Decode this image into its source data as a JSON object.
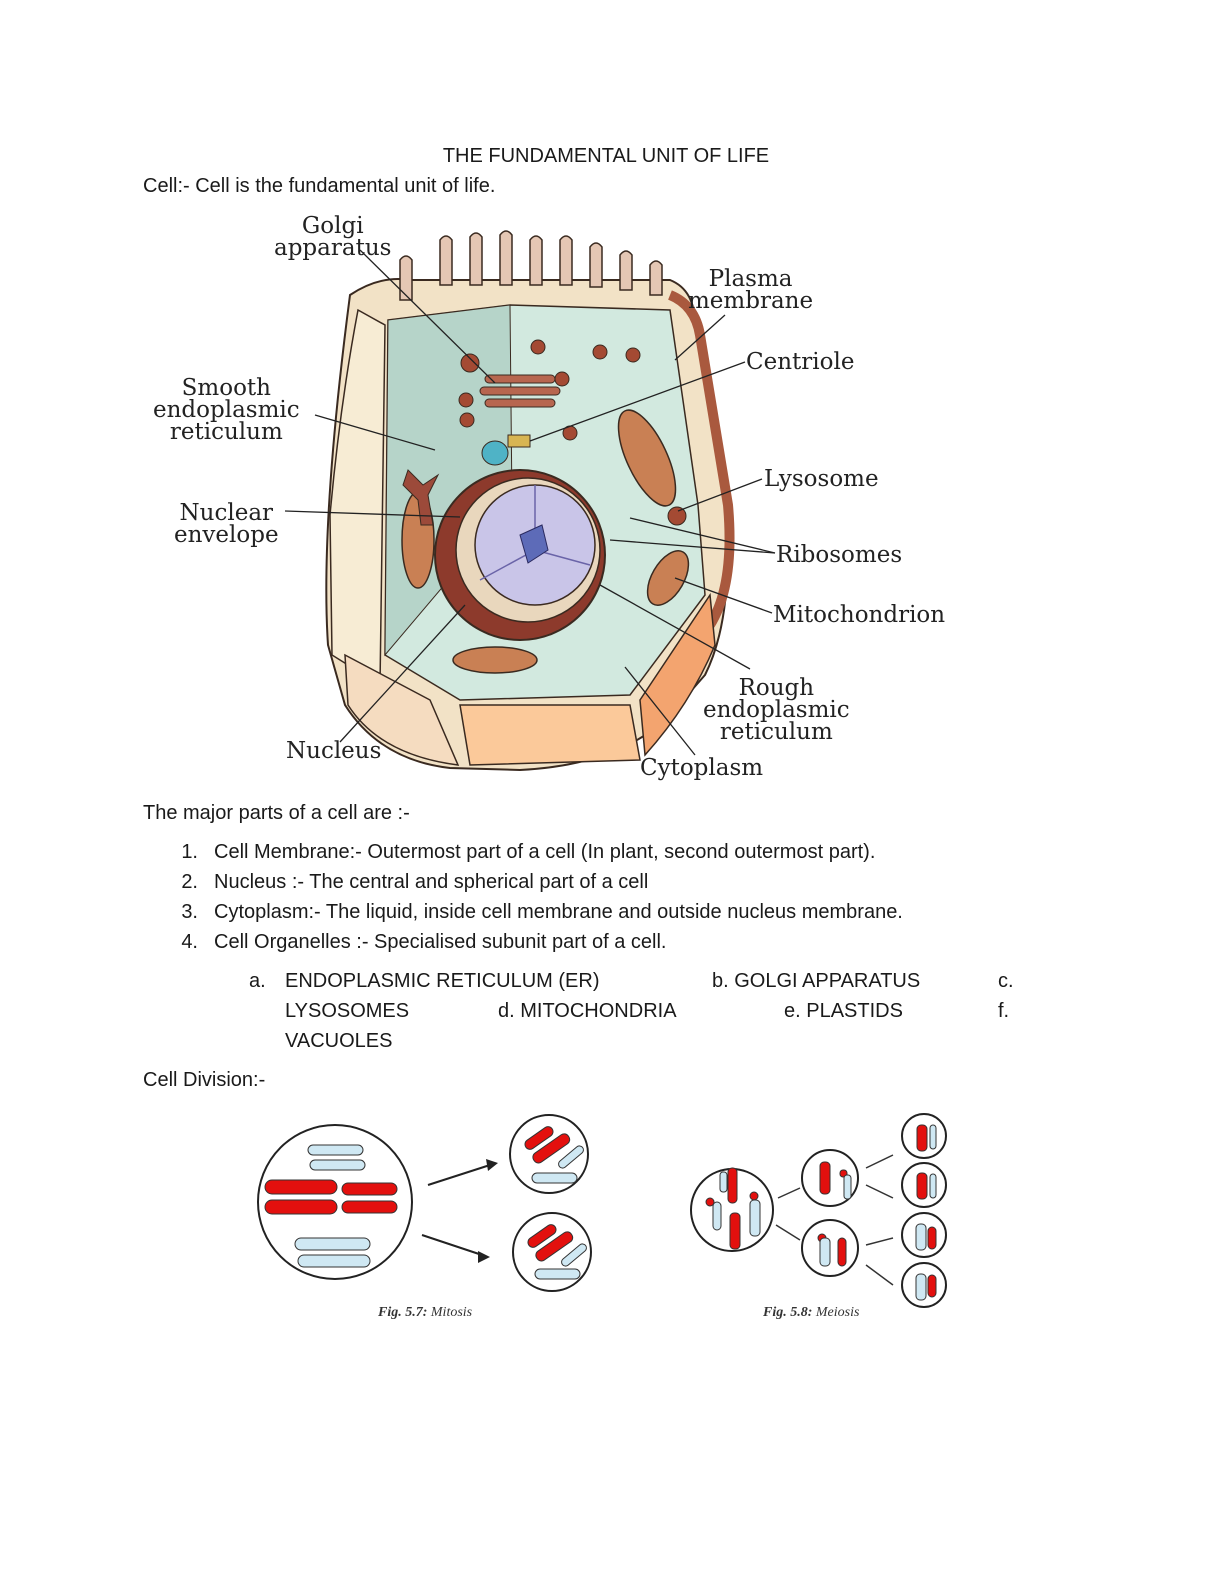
{
  "document": {
    "title": "THE FUNDAMENTAL UNIT OF LIFE",
    "intro": "Cell:- Cell is the fundamental unit of life.",
    "cell_diagram": {
      "labels": {
        "golgi": [
          "Golgi",
          "apparatus"
        ],
        "smooth_er": [
          "Smooth",
          "endoplasmic",
          "reticulum"
        ],
        "nuclear_envelope": [
          "Nuclear",
          "envelope"
        ],
        "nucleus": "Nucleus",
        "plasma_membrane": [
          "Plasma",
          "membrane"
        ],
        "centriole": "Centriole",
        "lysosome": "Lysosome",
        "ribosomes": "Ribosomes",
        "mitochondrion": "Mitochondrion",
        "rough_er": [
          "Rough",
          "endoplasmic",
          "reticulum"
        ],
        "cytoplasm": "Cytoplasm"
      },
      "colors": {
        "cytoplasm": "#cfe6dc",
        "cytoplasm_dark": "#a9c9bf",
        "membrane": "#b07a66",
        "wall_light": "#f6e9cf",
        "wall_orange": "#f6b784",
        "organelle": "#9c4a3a",
        "nucleus": "#b7b3dd"
      }
    },
    "parts_heading": "The major parts of a cell are :-",
    "parts": [
      {
        "num": "1.",
        "text": "Cell Membrane:- Outermost part of a cell (In plant, second outermost part)."
      },
      {
        "num": "2.",
        "text": "Nucleus :- The central and spherical part of a cell"
      },
      {
        "num": "3.",
        "text": "Cytoplasm:- The liquid, inside cell membrane and outside nucleus membrane."
      },
      {
        "num": "4.",
        "text": "Cell Organelles :- Specialised subunit part of a cell."
      }
    ],
    "organelles": {
      "line1": {
        "a": "a.",
        "a_text": "ENDOPLASMIC RETICULUM (ER)",
        "b": "b. GOLGI APPARATUS",
        "c": "c."
      },
      "line2": {
        "c_text": "LYSOSOMES",
        "d": "d. MITOCHONDRIA",
        "e": "e. PLASTIDS",
        "f": "f."
      },
      "line3": {
        "f_text": "VACUOLES"
      }
    },
    "division_heading": "Cell Division:-",
    "figures": {
      "mitosis": {
        "fig": "Fig. 5.7:",
        "name": "Mitosis"
      },
      "meiosis": {
        "fig": "Fig. 5.8:",
        "name": "Meiosis"
      }
    },
    "chromosome_colors": {
      "red": "#e3100e",
      "blue": "#cfe8f3"
    }
  }
}
